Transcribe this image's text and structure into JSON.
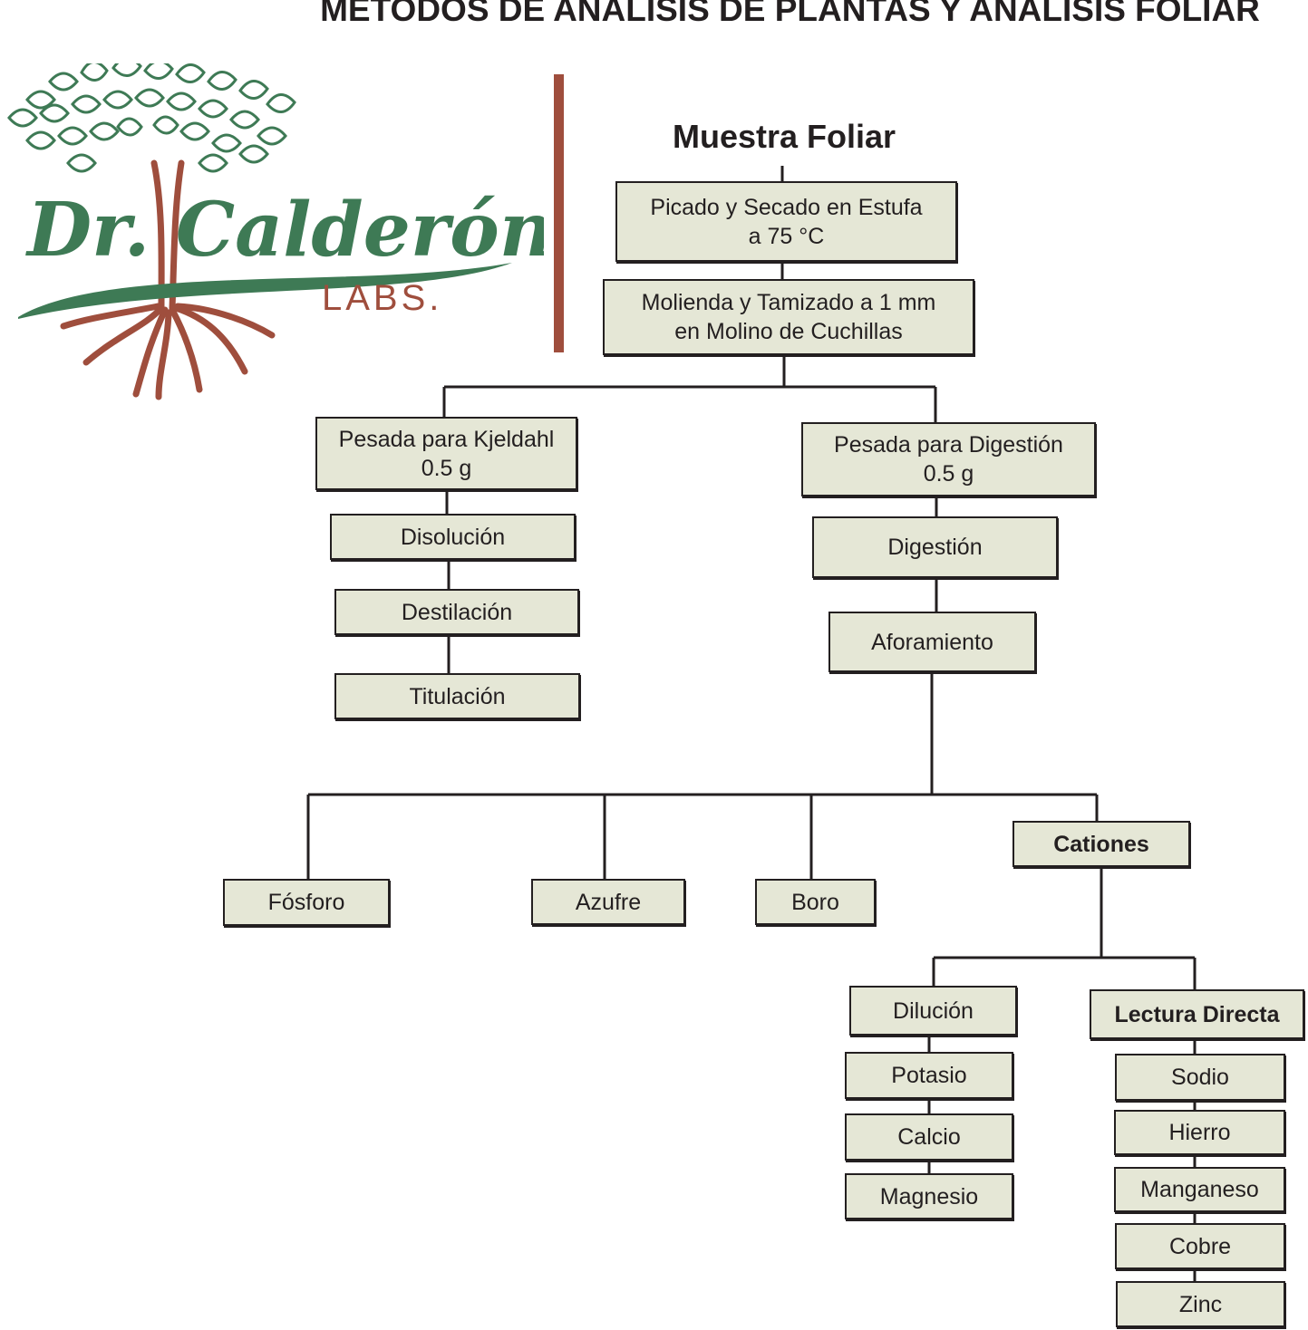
{
  "title": "METODOS DE ANALISIS DE PLANTAS Y ANALISIS FOLIAR",
  "logo": {
    "name": "Dr. Calderón",
    "sub": "LABS."
  },
  "colors": {
    "box_fill": "#e5e7d6",
    "ink": "#231f20",
    "brand_green": "#3e7a55",
    "brand_brown": "#9f4e3d"
  },
  "diagram": {
    "root": "Muestra Foliar",
    "steps": {
      "picado": "Picado y Secado en Estufa\na 75 °C",
      "molienda": "Molienda y Tamizado a 1 mm\nen Molino de Cuchillas",
      "kjeldahl": "Pesada para Kjeldahl\n0.5 g",
      "digestion_weigh": "Pesada para Digestión\n0.5 g",
      "disolucion": "Disolución",
      "destilacion": "Destilación",
      "titulacion": "Titulación",
      "digestion": "Digestión",
      "aforamiento": "Aforamiento",
      "fosforo": "Fósforo",
      "azufre": "Azufre",
      "boro": "Boro",
      "cationes": "Cationes",
      "dilucion": "Dilución",
      "lectura": "Lectura Directa",
      "potasio": "Potasio",
      "calcio": "Calcio",
      "magnesio": "Magnesio",
      "sodio": "Sodio",
      "hierro": "Hierro",
      "manganeso": "Manganeso",
      "cobre": "Cobre",
      "zinc": "Zinc"
    }
  }
}
